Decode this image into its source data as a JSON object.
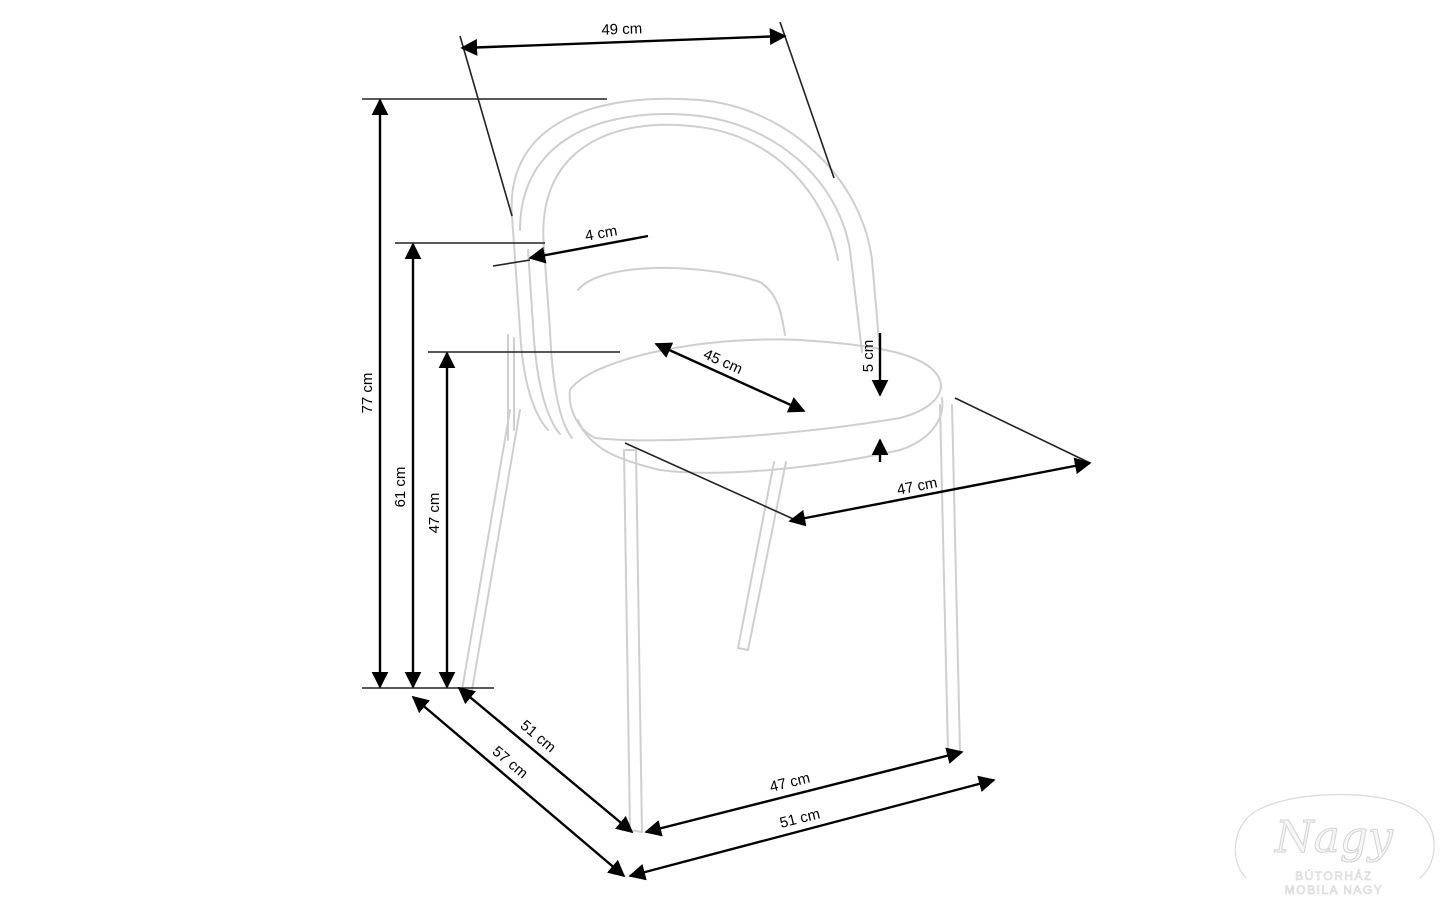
{
  "dimensions": {
    "top_width": "49 cm",
    "back_thickness": "4 cm",
    "total_height": "77 cm",
    "armrest_height": "61 cm",
    "seat_height": "47 cm",
    "seat_depth": "45 cm",
    "seat_thickness": "5 cm",
    "seat_width": "47 cm",
    "legs_depth": "51 cm",
    "total_depth": "57 cm",
    "legs_width": "47 cm",
    "total_width": "51 cm"
  },
  "logo": {
    "name": "Nagy",
    "line1": "BÚTORHÁZ",
    "line2": "MOBILA NAGY"
  }
}
